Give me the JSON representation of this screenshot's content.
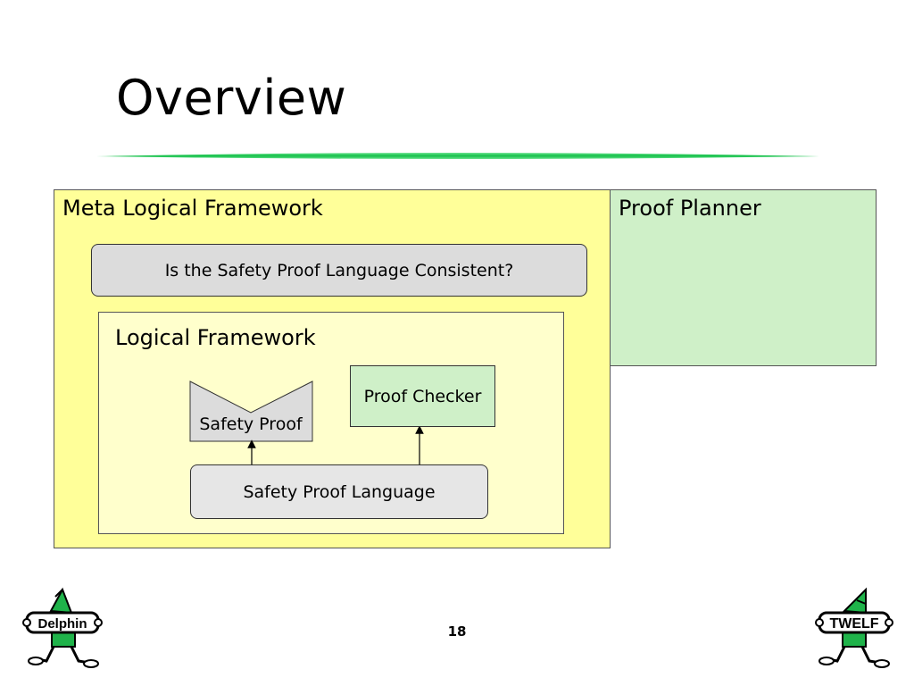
{
  "slide": {
    "title": "Overview",
    "page_number": "18",
    "accent_color": "#22c55e"
  },
  "diagram": {
    "meta_framework": {
      "label": "Meta Logical Framework",
      "color": "#ffff99"
    },
    "proof_planner": {
      "label": "Proof Planner",
      "color": "#cff0c8"
    },
    "consistency_question": {
      "label": "Is the Safety Proof Language Consistent?"
    },
    "logical_framework": {
      "label": "Logical Framework",
      "color": "#ffffcc"
    },
    "safety_proof": {
      "label": "Safety Proof",
      "shape": "document"
    },
    "proof_checker": {
      "label": "Proof Checker"
    },
    "safety_proof_language": {
      "label": "Safety Proof Language"
    },
    "edges": [
      {
        "from": "Safety Proof Language",
        "to": "Safety Proof"
      },
      {
        "from": "Safety Proof Language",
        "to": "Proof Checker"
      }
    ]
  },
  "logos": {
    "left": {
      "text": "Delphin",
      "icon": "elf-mascot-icon"
    },
    "right": {
      "text": "TWELF",
      "icon": "elf-mascot-icon"
    }
  }
}
